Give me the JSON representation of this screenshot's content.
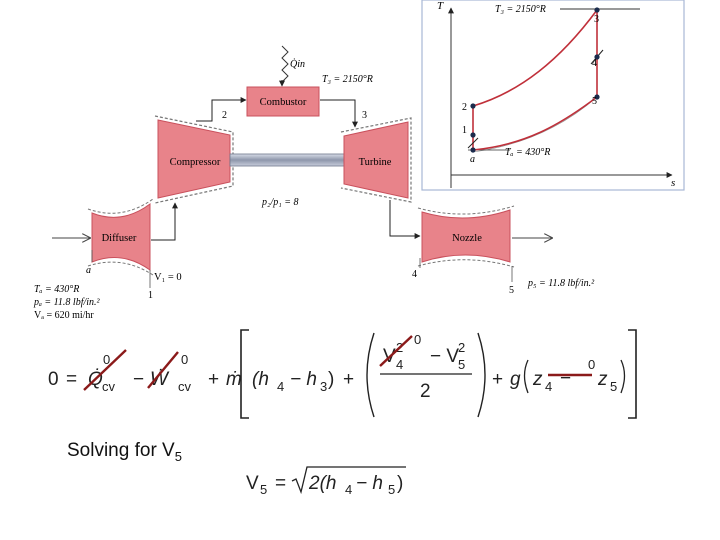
{
  "ts_chart": {
    "y_axis_label": "T",
    "x_axis_label": "s",
    "t3_label": "T₃ = 2150°R",
    "ta_label": "Tₐ = 430°R",
    "points": [
      "1",
      "2",
      "3",
      "4",
      "5",
      "a"
    ]
  },
  "schematic": {
    "qin_label": "Q̇in",
    "combustor": "Combustor",
    "t3_label": "T₃ = 2150°R",
    "state_2": "2",
    "state_3": "3",
    "compressor": "Compressor",
    "turbine": "Turbine",
    "pressure_ratio": "p₂/p₁ = 8",
    "diffuser": "Diffuser",
    "nozzle": "Nozzle",
    "state_a": "a",
    "v1_label": "V₁ = 0",
    "state_1": "1",
    "state_4": "4",
    "state_5": "5",
    "p5_label": "p₅ = 11.8 lbf/in.²",
    "ta_label": "Tₐ = 430°R",
    "pa_label": "pₐ = 11.8 lbf/in.²",
    "va_label": "Vₐ = 620 mi/hr"
  },
  "equation": {
    "lhs": "0",
    "eq": "=",
    "q": "Q̇",
    "cv1": "cv",
    "zero": "0",
    "minus": "−",
    "w": "Ẇ",
    "cv2": "cv",
    "plus": "+",
    "m": "ṁ",
    "h4": "(h",
    "h4_sub": "4",
    "minus_h3": "− h",
    "h3_sub": "3",
    "close_paren": ")",
    "v4": "V",
    "v4_sub": "4",
    "sq": "2",
    "minus_v5": "− V",
    "v5_sub": "5",
    "denominator": "2",
    "g": "g",
    "z4": "z",
    "z4_sub": "4",
    "z5": "z",
    "z5_sub": "5"
  },
  "caption": {
    "text": "Solving for V",
    "sub": "5"
  },
  "solution": {
    "lhs": "V",
    "lhs_sub": "5",
    "eq": "=",
    "radicand": "2(h",
    "h4_sub": "4",
    "minus_h5": "− h",
    "h5_sub": "5",
    "close": ")"
  },
  "colors": {
    "component_fill": "#e8838a",
    "component_dark": "#c9505c",
    "process_line": "#c0303a",
    "chart_border": "#a8b8d6",
    "strike": "#8b1a1a"
  }
}
